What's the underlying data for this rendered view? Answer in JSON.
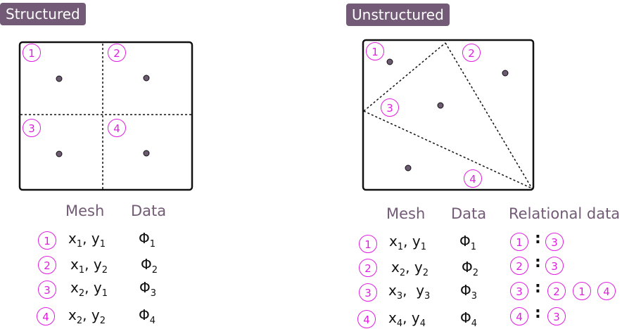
{
  "structured": {
    "title": "Structured",
    "cells": [
      "1",
      "2",
      "3",
      "4"
    ],
    "headers": {
      "mesh": "Mesh",
      "data": "Data"
    },
    "rows": [
      {
        "id": "1",
        "mesh_x": "x",
        "mesh_x_sub": "1",
        "mesh_y": "y",
        "mesh_y_sub": "1",
        "data": "Φ",
        "data_sub": "1"
      },
      {
        "id": "2",
        "mesh_x": "x",
        "mesh_x_sub": "1",
        "mesh_y": "y",
        "mesh_y_sub": "2",
        "data": "Φ",
        "data_sub": "2"
      },
      {
        "id": "3",
        "mesh_x": "x",
        "mesh_x_sub": "2",
        "mesh_y": "y",
        "mesh_y_sub": "1",
        "data": "Φ",
        "data_sub": "3"
      },
      {
        "id": "4",
        "mesh_x": "x",
        "mesh_x_sub": "2",
        "mesh_y": "y",
        "mesh_y_sub": "2",
        "data": "Φ",
        "data_sub": "4"
      }
    ]
  },
  "unstructured": {
    "title": "Unstructured",
    "cells": [
      "1",
      "2",
      "3",
      "4"
    ],
    "headers": {
      "mesh": "Mesh",
      "data": "Data",
      "relational": "Relational data"
    },
    "rows": [
      {
        "id": "1",
        "mesh_x": "x",
        "mesh_x_sub": "1",
        "mesh_y": "y",
        "mesh_y_sub": "1",
        "data": "Φ",
        "data_sub": "1",
        "neighbors": [
          "3"
        ]
      },
      {
        "id": "2",
        "mesh_x": "x",
        "mesh_x_sub": "2",
        "mesh_y": "y",
        "mesh_y_sub": "2",
        "data": "Φ",
        "data_sub": "2",
        "neighbors": [
          "3"
        ]
      },
      {
        "id": "3",
        "mesh_x": "x",
        "mesh_x_sub": "3",
        "mesh_y": "y",
        "mesh_y_sub": "3",
        "data": "Φ",
        "data_sub": "3",
        "neighbors": [
          "2",
          "1",
          "4"
        ]
      },
      {
        "id": "4",
        "mesh_x": "x",
        "mesh_x_sub": "4",
        "mesh_y": "y",
        "mesh_y_sub": "4",
        "data": "Φ",
        "data_sub": "4",
        "neighbors": [
          "3"
        ]
      }
    ],
    "relation_separator": ":"
  },
  "colors": {
    "title_bg": "#735a76",
    "header_text": "#735a76",
    "badge": "#e01fe0",
    "point": "#6b5a70"
  }
}
